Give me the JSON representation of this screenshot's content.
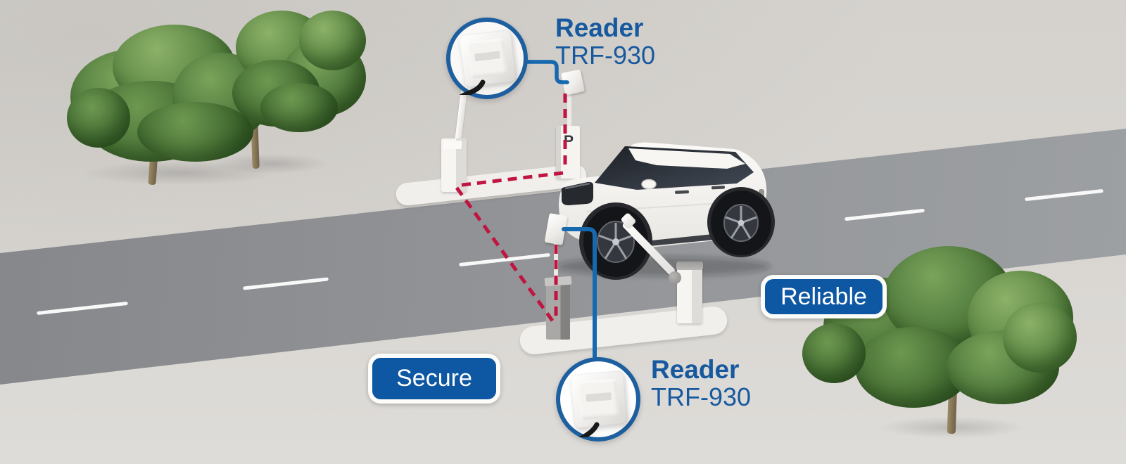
{
  "callouts": {
    "top_reader": {
      "title": "Reader",
      "model": "TRF-930"
    },
    "bottom_reader": {
      "title": "Reader",
      "model": "TRF-930"
    }
  },
  "badges": {
    "secure": "Secure",
    "reliable": "Reliable"
  },
  "signs": {
    "parking_post": "P"
  },
  "icons": {
    "reader_antenna": "rfid-reader-antenna-icon",
    "callout_ring": "callout-circle-icon"
  },
  "colors": {
    "label_blue": "#17599e",
    "badge_blue": "#0d57a3",
    "callout_ring_blue": "#1d5f9f",
    "connector_blue": "#1668af",
    "signal_red": "#bf1540",
    "road_gray": "#8f9194",
    "background_gray": "#d8d5d1",
    "foliage_green": "#4d7639"
  }
}
